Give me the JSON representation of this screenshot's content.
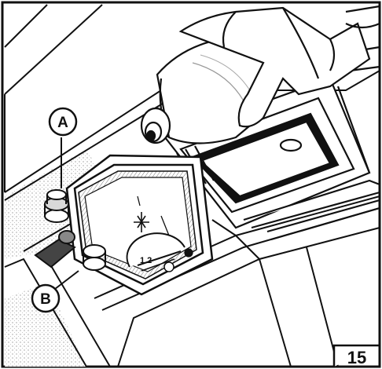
{
  "callouts": {
    "a_label": "A",
    "b_label": "B"
  },
  "figure": {
    "number": "15"
  },
  "colors": {
    "line": "#111111",
    "paper": "#ffffff",
    "shade": "#bdbdbd"
  }
}
